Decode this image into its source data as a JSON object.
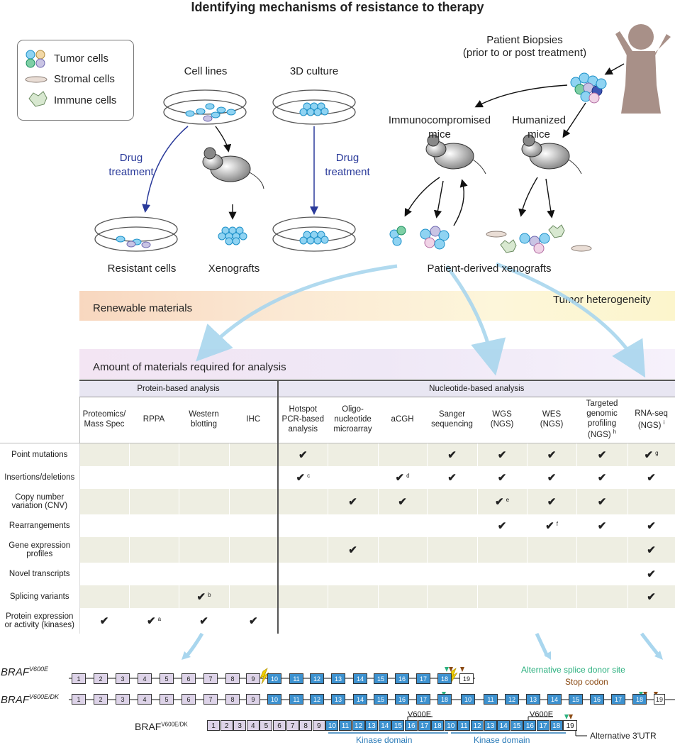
{
  "title": "Identifying mechanisms of resistance to therapy",
  "legend": {
    "tumor": "Tumor cells",
    "stromal": "Stromal cells",
    "immune": "Immune cells"
  },
  "labels": {
    "cell_lines": "Cell lines",
    "culture3d": "3D culture",
    "drug1": "Drug",
    "treat1": "treatment",
    "drug2": "Drug",
    "treat2": "treatment",
    "resistant": "Resistant cells",
    "xenografts": "Xenografts",
    "biopsy1": "Patient Biopsies",
    "biopsy2": "(prior to or post treatment)",
    "immuno1": "Immunocompromised",
    "immuno2": "mice",
    "human1": "Humanized",
    "human2": "mice",
    "pdx": "Patient-derived xenografts",
    "renewable": "Renewable materials",
    "heterogeneity": "Tumor heterogeneity",
    "amount": "Amount of materials required for analysis"
  },
  "table": {
    "group_protein": "Protein-based analysis",
    "group_nucleotide": "Nucleotide-based analysis",
    "columns": [
      {
        "l1": "Proteomics/",
        "l2": "Mass Spec",
        "l3": "",
        "sup": ""
      },
      {
        "l1": "RPPA",
        "l2": "",
        "l3": "",
        "sup": ""
      },
      {
        "l1": "Western",
        "l2": "blotting",
        "l3": "",
        "sup": ""
      },
      {
        "l1": "IHC",
        "l2": "",
        "l3": "",
        "sup": ""
      },
      {
        "l1": "Hotspot",
        "l2": "PCR-based",
        "l3": "analysis",
        "sup": ""
      },
      {
        "l1": "Oligo-",
        "l2": "nucleotide",
        "l3": "microarray",
        "sup": ""
      },
      {
        "l1": "aCGH",
        "l2": "",
        "l3": "",
        "sup": ""
      },
      {
        "l1": "Sanger",
        "l2": "sequencing",
        "l3": "",
        "sup": ""
      },
      {
        "l1": "WGS",
        "l2": "(NGS)",
        "l3": "",
        "sup": ""
      },
      {
        "l1": "WES",
        "l2": "(NGS)",
        "l3": "",
        "sup": ""
      },
      {
        "l1": "Targeted",
        "l2": "genomic",
        "l3": "profiling",
        "l4": "(NGS)",
        "sup": "h"
      },
      {
        "l1": "RNA-seq",
        "l2": "(NGS)",
        "l3": "",
        "sup": "i"
      }
    ],
    "rows": [
      {
        "label1": "Point mutations",
        "label2": "",
        "cells": [
          "",
          "",
          "",
          "",
          "✔",
          "",
          "",
          "✔",
          "✔",
          "✔",
          "✔",
          "✔"
        ],
        "sups": [
          "",
          "",
          "",
          "",
          "",
          "",
          "",
          "",
          "",
          "",
          "",
          "g"
        ]
      },
      {
        "label1": "Insertions/deletions",
        "label2": "",
        "cells": [
          "",
          "",
          "",
          "",
          "✔",
          "",
          "✔",
          "✔",
          "✔",
          "✔",
          "✔",
          "✔"
        ],
        "sups": [
          "",
          "",
          "",
          "",
          "c",
          "",
          "d",
          "",
          "",
          "",
          "",
          ""
        ]
      },
      {
        "label1": "Copy number",
        "label2": "variation (CNV)",
        "cells": [
          "",
          "",
          "",
          "",
          "",
          "✔",
          "✔",
          "",
          "✔",
          "✔",
          "✔",
          ""
        ],
        "sups": [
          "",
          "",
          "",
          "",
          "",
          "",
          "",
          "",
          "e",
          "",
          "",
          ""
        ]
      },
      {
        "label1": "Rearrangements",
        "label2": "",
        "cells": [
          "",
          "",
          "",
          "",
          "",
          "",
          "",
          "",
          "✔",
          "✔",
          "✔",
          "✔"
        ],
        "sups": [
          "",
          "",
          "",
          "",
          "",
          "",
          "",
          "",
          "",
          "f",
          "",
          ""
        ]
      },
      {
        "label1": "Gene expression",
        "label2": "profiles",
        "cells": [
          "",
          "",
          "",
          "",
          "",
          "✔",
          "",
          "",
          "",
          "",
          "",
          "✔"
        ],
        "sups": [
          "",
          "",
          "",
          "",
          "",
          "",
          "",
          "",
          "",
          "",
          "",
          ""
        ]
      },
      {
        "label1": "Novel transcripts",
        "label2": "",
        "cells": [
          "",
          "",
          "",
          "",
          "",
          "",
          "",
          "",
          "",
          "",
          "",
          "✔"
        ],
        "sups": [
          "",
          "",
          "",
          "",
          "",
          "",
          "",
          "",
          "",
          "",
          "",
          ""
        ]
      },
      {
        "label1": "Splicing variants",
        "label2": "",
        "cells": [
          "",
          "",
          "✔",
          "",
          "",
          "",
          "",
          "",
          "",
          "",
          "",
          "✔"
        ],
        "sups": [
          "",
          "",
          "b",
          "",
          "",
          "",
          "",
          "",
          "",
          "",
          "",
          ""
        ]
      },
      {
        "label1": "Protein expression",
        "label2": "or activity (kinases)",
        "cells": [
          "✔",
          "✔",
          "✔",
          "✔",
          "",
          "",
          "",
          "",
          "",
          "",
          "",
          ""
        ],
        "sups": [
          "",
          "a",
          "",
          "",
          "",
          "",
          "",
          "",
          "",
          "",
          "",
          ""
        ]
      }
    ]
  },
  "gene": {
    "braf1_main": "BRAF",
    "braf1_sup": "V600E",
    "braf2_main": "BRAF",
    "braf2_sup": "V600E/DK",
    "braf3_main": "BRAF",
    "braf3_sup": "V600E/DK",
    "splice_label": "Alternative splice donor site",
    "stop_label": "Stop codon",
    "v600e_a": "V600E",
    "v600e_b": "V600E",
    "kinase_a": "Kinase domain",
    "kinase_b": "Kinase domain",
    "utr": "Alternative 3'UTR",
    "exons_row1": [
      "1",
      "2",
      "3",
      "4",
      "5",
      "6",
      "7",
      "8",
      "9",
      "10",
      "11",
      "12",
      "13",
      "14",
      "15",
      "16",
      "17",
      "18",
      "19"
    ],
    "exons_row2": [
      "1",
      "2",
      "3",
      "4",
      "5",
      "6",
      "7",
      "8",
      "9",
      "10",
      "11",
      "12",
      "13",
      "14",
      "15",
      "16",
      "17",
      "18",
      "10",
      "11",
      "12",
      "13",
      "14",
      "15",
      "16",
      "17",
      "18",
      "19"
    ],
    "exons_row3": [
      "1",
      "2",
      "3",
      "4",
      "5",
      "6",
      "7",
      "8",
      "9",
      "10",
      "11",
      "12",
      "13",
      "14",
      "15",
      "16",
      "17",
      "18",
      "10",
      "11",
      "12",
      "13",
      "14",
      "15",
      "16",
      "17",
      "18",
      "19"
    ]
  },
  "colors": {
    "splice": "#2bb07f",
    "stop": "#8a4a14",
    "drug": "#2a3a9a",
    "kinase": "#3d92d0"
  }
}
